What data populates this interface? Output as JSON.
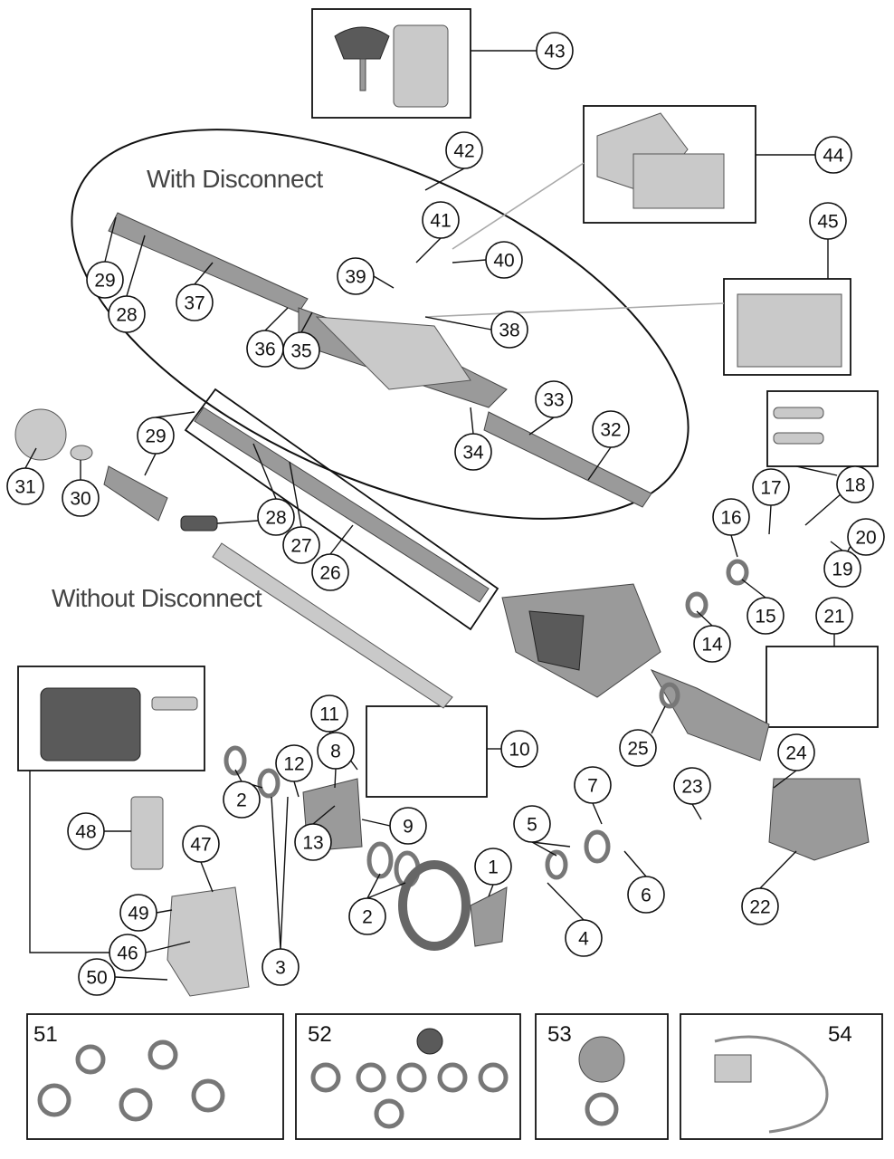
{
  "diagram": {
    "section_labels": {
      "with_disconnect": "With Disconnect",
      "without_disconnect": "Without Disconnect"
    },
    "callouts": [
      "43",
      "44",
      "45",
      "42",
      "41",
      "40",
      "39",
      "38",
      "37",
      "36",
      "35",
      "29",
      "28",
      "33",
      "32",
      "34",
      "31",
      "30",
      "29",
      "28",
      "27",
      "26",
      "18",
      "17",
      "16",
      "20",
      "19",
      "15",
      "14",
      "21",
      "25",
      "24",
      "23",
      "22",
      "11",
      "10",
      "12",
      "8",
      "9",
      "7",
      "5",
      "6",
      "2",
      "2",
      "1",
      "4",
      "3",
      "13",
      "48",
      "47",
      "49",
      "46",
      "50"
    ],
    "kit_labels": [
      "51",
      "52",
      "53",
      "54"
    ]
  }
}
